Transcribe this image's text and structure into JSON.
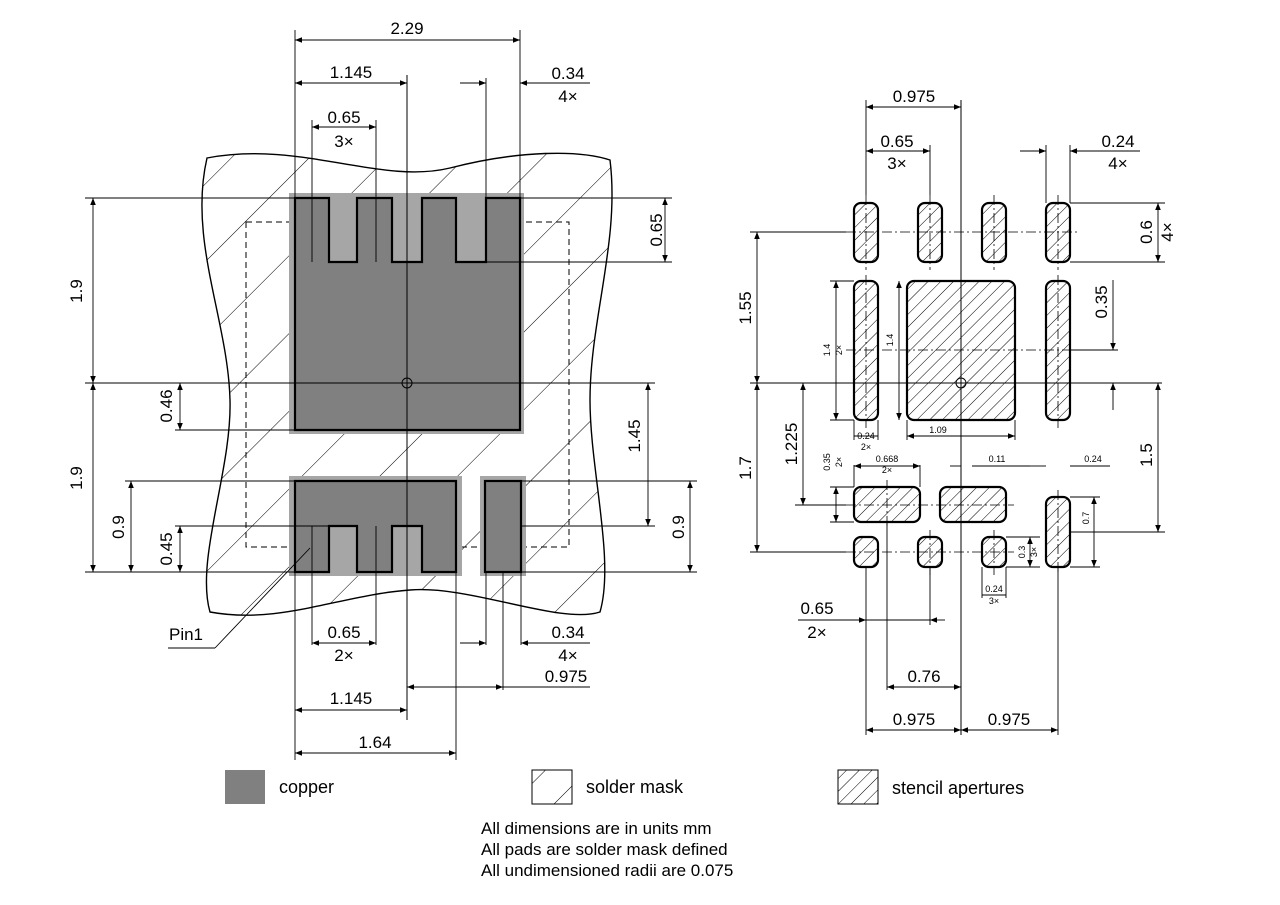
{
  "left_view": {
    "dims": {
      "d_2_29": "2.29",
      "d_1_145_top": "1.145",
      "d_0_34_top": "0.34",
      "d_4x_top": "4×",
      "d_0_65_top": "0.65",
      "d_3x_top": "3×",
      "d_0_65_right": "0.65",
      "d_1_9_top": "1.9",
      "d_1_9_bottom": "1.9",
      "d_0_46": "0.46",
      "d_1_45": "1.45",
      "d_0_9_left": "0.9",
      "d_0_45": "0.45",
      "d_0_9_right": "0.9",
      "pin1": "Pin1",
      "d_0_65_bottom": "0.65",
      "d_2x_bottom": "2×",
      "d_0_34_bottom": "0.34",
      "d_4x_bottom": "4×",
      "d_0_975": "0.975",
      "d_1_145_bottom": "1.145",
      "d_1_64": "1.64"
    }
  },
  "right_view": {
    "dims": {
      "d_0_975_top": "0.975",
      "d_0_65_top": "0.65",
      "d_3x_top": "3×",
      "d_0_24_top": "0.24",
      "d_4x_top": "4×",
      "d_0_6": "0.6",
      "d_4x_right": "4×",
      "d_1_55": "1.55",
      "d_0_35": "0.35",
      "d_1_4_a": "1.4",
      "d_2x_a": "2×",
      "d_1_4_b": "1.4",
      "d_0_24_a": "0.24",
      "d_2x_b": "2×",
      "d_1_09": "1.09",
      "d_1_225": "1.225",
      "d_1_7": "1.7",
      "d_1_5": "1.5",
      "d_0_35_small": "0.35",
      "d_2x_c": "2×",
      "d_0_668": "0.668",
      "d_2x_d": "2×",
      "d_0_11": "0.11",
      "d_0_24_b": "0.24",
      "d_0_7": "0.7",
      "d_0_3": "0.3",
      "d_3x_a": "3×",
      "d_0_24_c": "0.24",
      "d_3x_b": "3×",
      "d_0_65_bottom": "0.65",
      "d_2x_bottom": "2×",
      "d_0_76": "0.76",
      "d_0_975_bl": "0.975",
      "d_0_975_br": "0.975"
    }
  },
  "legend": {
    "copper": "copper",
    "solder_mask": "solder mask",
    "stencil": "stencil apertures",
    "copper_color": "#808080"
  },
  "notes": {
    "line1": "All dimensions are in units mm",
    "line2": "All pads are solder mask defined",
    "line3": "All undimensioned radii are 0.075"
  }
}
